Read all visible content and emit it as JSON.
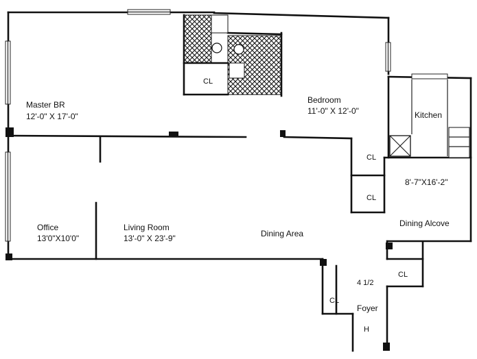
{
  "rooms": {
    "master_br": {
      "name": "Master BR",
      "dims": "12'-0\" X 17'-0\""
    },
    "bedroom": {
      "name": "Bedroom",
      "dims": "11'-0\" X 12'-0\""
    },
    "kitchen": {
      "name": "Kitchen"
    },
    "dining_alcove": {
      "name": "Dining Alcove",
      "dims": "8'-7\"X16'-2\""
    },
    "office": {
      "name": "Office",
      "dims": "13'0\"X10'0\""
    },
    "living_room": {
      "name": "Living Room",
      "dims": "13'-0\" X 23'-9\""
    },
    "dining_area": {
      "name": "Dining Area"
    },
    "foyer": {
      "name": "Foyer"
    }
  },
  "closets": {
    "bath_closet": "CL",
    "hall_closet_upper": "CL",
    "hall_closet_lower": "CL",
    "foyer_closet_right": "CL",
    "foyer_closet_left": "CL"
  },
  "markers": {
    "bath_count": "4 1/2",
    "entry_mark": "H"
  }
}
